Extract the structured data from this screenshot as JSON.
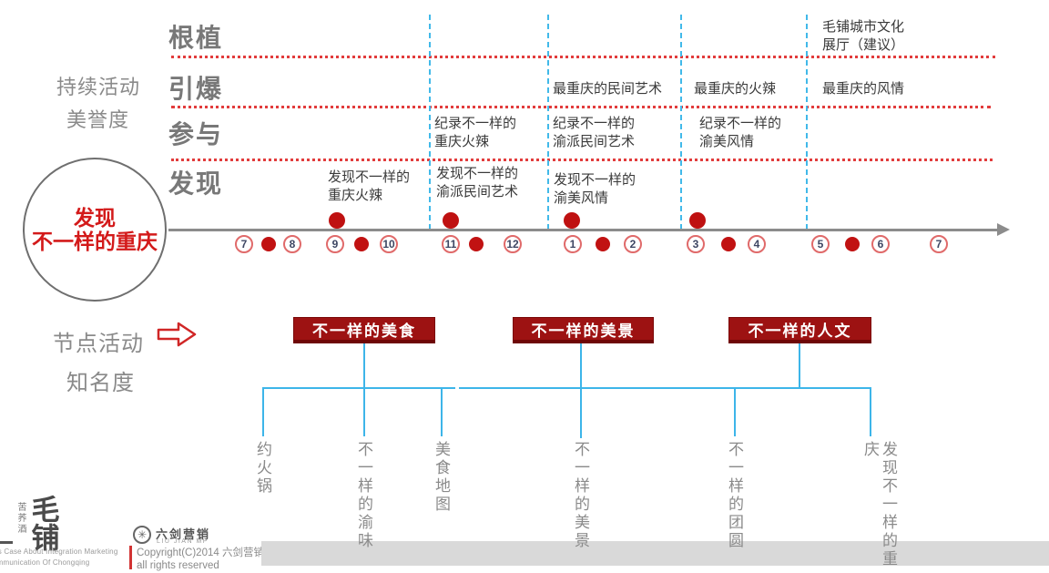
{
  "side": {
    "top1": "持续活动",
    "top2": "美誉度",
    "bottom1": "节点活动",
    "bottom2": "知名度"
  },
  "badge": {
    "line1": "发现",
    "line2": "不一样的重庆"
  },
  "phases": [
    "根植",
    "引爆",
    "参与",
    "发现"
  ],
  "events": {
    "root1": "毛铺城市文化\n展厅（建议）",
    "ignite1": "最重庆的民间艺术",
    "ignite2": "最重庆的火辣",
    "ignite3": "最重庆的风情",
    "join1": "纪录不一样的\n重庆火辣",
    "join2": "纪录不一样的\n渝派民间艺术",
    "join3": "纪录不一样的\n渝美风情",
    "disc1": "发现不一样的\n重庆火辣",
    "disc2": "发现不一样的\n渝派民间艺术",
    "disc3": "发现不一样的\n渝美风情"
  },
  "months": [
    "7",
    "8",
    "9",
    "10",
    "11",
    "12",
    "1",
    "2",
    "3",
    "4",
    "5",
    "6",
    "7"
  ],
  "campaigns": [
    {
      "title": "不一样的美食"
    },
    {
      "title": "不一样的美景"
    },
    {
      "title": "不一样的人文"
    }
  ],
  "activities": [
    "约火锅",
    "不一样的渝味",
    "美食地图",
    "不一样的美景",
    "不一样的团圆",
    "发现不一样的重庆"
  ],
  "footer": {
    "brand_vertical": "苦荞酒",
    "brand_name": "毛铺",
    "case1": "This Case About Integration Marketing",
    "case2": "Communication Of Chongqing",
    "agency": "六剑营销",
    "agency_sub": "LIU JIAN MP",
    "copy1": "Copyright(C)2014 六剑营销",
    "copy2": "all rights reserved"
  },
  "colors": {
    "accent_red": "#c11212",
    "banner_red": "#9d1212",
    "line_blue": "#3db5e9",
    "gray_text": "#8a8a8a"
  }
}
